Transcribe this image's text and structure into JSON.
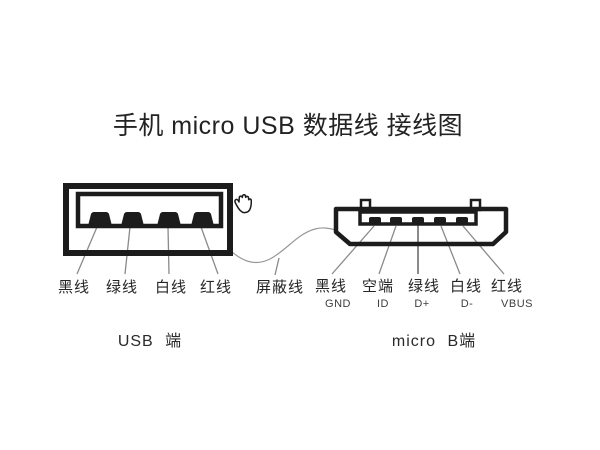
{
  "title": "手机 micro USB 数据线 接线图",
  "colors": {
    "ink": "#1c1c1c",
    "wire_line": "#8a8a8a",
    "cable_line": "#999999",
    "background": "#ffffff"
  },
  "icons": {
    "hand_cursor": "grab-hand-icon"
  },
  "usb_end": {
    "caption": "USB 端",
    "wires": [
      {
        "label": "黑线"
      },
      {
        "label": "绿线"
      },
      {
        "label": "白线"
      },
      {
        "label": "红线"
      }
    ]
  },
  "cable": {
    "shield_label": "屏蔽线"
  },
  "micro_b_end": {
    "caption": "micro B端",
    "wires": [
      {
        "label": "黑线",
        "pin": "GND"
      },
      {
        "label": "空端",
        "pin": "ID"
      },
      {
        "label": "绿线",
        "pin": "D+"
      },
      {
        "label": "白线",
        "pin": "D-"
      },
      {
        "label": "红线",
        "pin": "VBUS"
      }
    ]
  }
}
